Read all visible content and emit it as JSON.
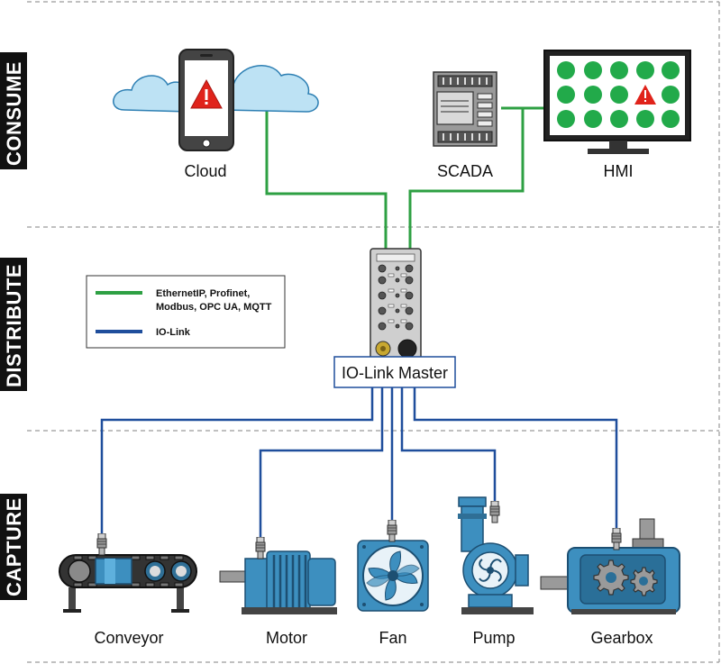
{
  "sections": {
    "consume": "CONSUME",
    "distribute": "DISTRIBUTE",
    "capture": "CAPTURE"
  },
  "devices": {
    "cloud": "Cloud",
    "scada": "SCADA",
    "hmi": "HMI",
    "master": "IO-Link Master",
    "conveyor": "Conveyor",
    "motor": "Motor",
    "fan": "Fan",
    "pump": "Pump",
    "gearbox": "Gearbox"
  },
  "legend": {
    "ethernet_line1": "EthernetIP, Profinet,",
    "ethernet_line2": "Modbus, OPC UA, MQTT",
    "iolink": "IO-Link"
  },
  "colors": {
    "ethernet": "#2ea043",
    "iolink": "#1f4e9c",
    "equipment": "#3d8fbf",
    "cloud": "#9fd0ea",
    "hmi_dot": "#22aa4a",
    "alert": "#e0231b"
  },
  "icons": [
    "cloud-icon",
    "phone-icon",
    "alert-icon",
    "plc-icon",
    "monitor-icon",
    "io-link-master-icon",
    "conveyor-icon",
    "motor-icon",
    "fan-icon",
    "pump-icon",
    "gearbox-icon",
    "sensor-icon"
  ]
}
